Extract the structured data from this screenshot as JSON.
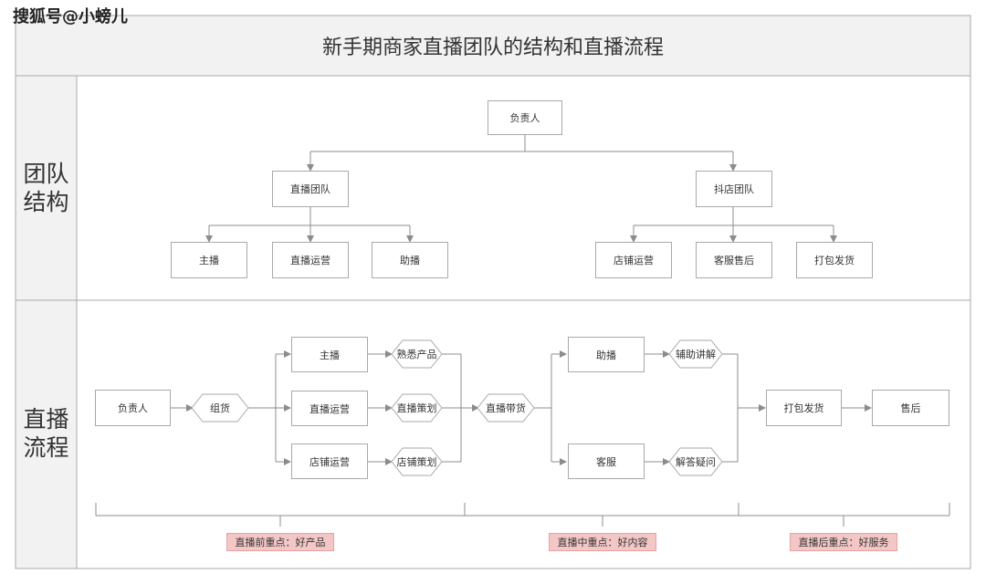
{
  "watermark": "搜狐号@小螃儿",
  "title": "新手期商家直播团队的结构和直播流程",
  "sections": {
    "structure": [
      "团队",
      "结构"
    ],
    "process": [
      "直播",
      "流程"
    ]
  },
  "team": {
    "root": "负责人",
    "live_team": "直播团队",
    "douyin_team": "抖店团队",
    "live_children": [
      "主播",
      "直播运营",
      "助播"
    ],
    "douyin_children": [
      "店铺运营",
      "客服售后",
      "打包发货"
    ]
  },
  "flow": {
    "owner": "负责人",
    "assemble": "组货",
    "roles_a": [
      "主播",
      "直播运营",
      "店铺运营"
    ],
    "tasks_a": [
      "熟悉产品",
      "直播策划",
      "店铺策划"
    ],
    "live_selling": "直播带货",
    "roles_b": [
      "助播",
      "客服"
    ],
    "tasks_b": [
      "辅助讲解",
      "解答疑问"
    ],
    "pack_ship": "打包发货",
    "after_sale": "售后"
  },
  "focus": [
    "直播前重点：好产品",
    "直播中重点：好内容",
    "直播后重点：好服务"
  ],
  "colors": {
    "line": "#8c8c8c",
    "border": "#a9a9a9",
    "header_bg": "#f2f2f2",
    "focus_bg": "#f4c7c7"
  }
}
